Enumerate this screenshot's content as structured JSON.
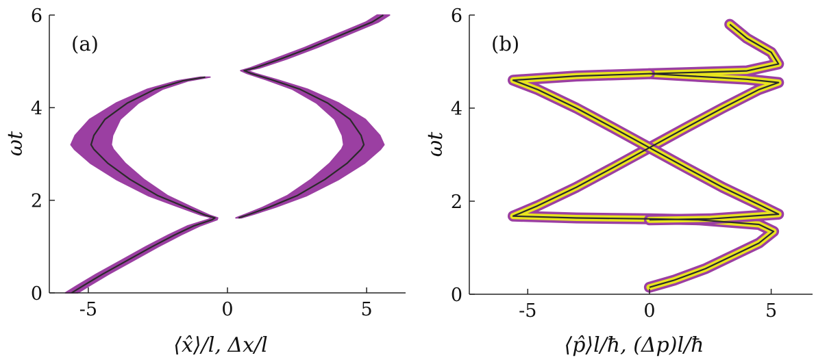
{
  "chart_data": [
    {
      "type": "line",
      "panel_label": "(a)",
      "xlabel": "⟨x̂⟩/l, Δx/l",
      "ylabel": "ωt",
      "xlim": [
        -6.4,
        6.4
      ],
      "ylim": [
        0,
        6
      ],
      "xticks": [
        "-5",
        "0",
        "5"
      ],
      "yticks": [
        "0",
        "2",
        "4",
        "6"
      ],
      "grid": false,
      "band_color": "#9b3fa2",
      "line_color": "#2a2a2a",
      "series": [
        {
          "points": [
            [
              -5.6,
              0.0
            ],
            [
              -5.2,
              0.15
            ],
            [
              -4.5,
              0.4
            ],
            [
              -3.6,
              0.7
            ],
            [
              -2.7,
              1.0
            ],
            [
              -1.9,
              1.25
            ],
            [
              -1.2,
              1.45
            ],
            [
              -0.55,
              1.58
            ],
            [
              -0.45,
              1.62
            ],
            [
              -0.8,
              1.68
            ],
            [
              -1.5,
              1.85
            ],
            [
              -2.5,
              2.1
            ],
            [
              -3.5,
              2.45
            ],
            [
              -4.3,
              2.8
            ],
            [
              -4.8,
              3.1
            ],
            [
              -4.9,
              3.2
            ],
            [
              -4.8,
              3.4
            ],
            [
              -4.4,
              3.75
            ],
            [
              -3.6,
              4.1
            ],
            [
              -2.6,
              4.4
            ],
            [
              -1.6,
              4.58
            ],
            [
              -0.8,
              4.66
            ]
          ],
          "band_widths": [
            0.45,
            0.45,
            0.45,
            0.45,
            0.45,
            0.45,
            0.45,
            0.35,
            0.2,
            0.3,
            0.45,
            0.7,
            1.0,
            1.25,
            1.4,
            1.45,
            1.35,
            1.1,
            0.8,
            0.55,
            0.4,
            0.35
          ]
        },
        {
          "points": [
            [
              0.4,
              1.62
            ],
            [
              0.8,
              1.7
            ],
            [
              1.5,
              1.85
            ],
            [
              2.5,
              2.1
            ],
            [
              3.5,
              2.45
            ],
            [
              4.3,
              2.8
            ],
            [
              4.8,
              3.1
            ],
            [
              4.9,
              3.2
            ],
            [
              4.8,
              3.4
            ],
            [
              4.4,
              3.75
            ],
            [
              3.6,
              4.1
            ],
            [
              2.6,
              4.4
            ],
            [
              1.6,
              4.6
            ],
            [
              0.85,
              4.74
            ],
            [
              0.6,
              4.8
            ],
            [
              1.0,
              4.86
            ],
            [
              1.9,
              5.05
            ],
            [
              3.0,
              5.3
            ],
            [
              4.2,
              5.6
            ],
            [
              5.2,
              5.85
            ],
            [
              5.6,
              6.0
            ]
          ],
          "band_widths": [
            0.2,
            0.3,
            0.45,
            0.7,
            1.0,
            1.25,
            1.4,
            1.45,
            1.35,
            1.1,
            0.8,
            0.55,
            0.4,
            0.3,
            0.25,
            0.35,
            0.45,
            0.45,
            0.45,
            0.45,
            0.45
          ]
        }
      ]
    },
    {
      "type": "line",
      "panel_label": "(b)",
      "xlabel": "⟨p̂⟩l/ħ, (Δp)l/ħ",
      "ylabel": "ωt",
      "xlim": [
        -7.4,
        6.7
      ],
      "ylim": [
        0,
        6
      ],
      "xticks": [
        "-5",
        "0",
        "5"
      ],
      "yticks": [
        "0",
        "2",
        "4",
        "6"
      ],
      "grid": false,
      "band_outer_color": "#9b3fa2",
      "band_inner_color": "#e8e41f",
      "line_color": "#2a2a2a",
      "series": [
        {
          "points": [
            [
              0.0,
              0.15
            ],
            [
              1.0,
              0.3
            ],
            [
              2.3,
              0.55
            ],
            [
              3.5,
              0.85
            ],
            [
              4.5,
              1.1
            ],
            [
              5.1,
              1.35
            ],
            [
              4.5,
              1.5
            ],
            [
              2.0,
              1.6
            ],
            [
              0.0,
              1.62
            ],
            [
              -3.0,
              1.64
            ],
            [
              -5.6,
              1.68
            ],
            [
              -4.6,
              1.9
            ],
            [
              -3.0,
              2.3
            ],
            [
              -1.5,
              2.72
            ],
            [
              0.0,
              3.15
            ],
            [
              1.5,
              3.58
            ],
            [
              3.0,
              4.0
            ],
            [
              4.5,
              4.4
            ],
            [
              5.3,
              4.55
            ],
            [
              4.0,
              4.62
            ],
            [
              0.0,
              4.74
            ],
            [
              4.0,
              4.8
            ],
            [
              5.3,
              4.95
            ],
            [
              5.0,
              5.2
            ],
            [
              4.0,
              5.5
            ],
            [
              3.3,
              5.8
            ]
          ]
        },
        {
          "points": [
            [
              0.0,
              1.6
            ],
            [
              2.5,
              1.62
            ],
            [
              5.3,
              1.72
            ],
            [
              4.6,
              1.9
            ],
            [
              3.0,
              2.3
            ],
            [
              1.5,
              2.72
            ],
            [
              0.0,
              3.15
            ],
            [
              -1.5,
              3.58
            ],
            [
              -3.0,
              4.0
            ],
            [
              -4.6,
              4.4
            ],
            [
              -5.6,
              4.6
            ],
            [
              -3.0,
              4.69
            ],
            [
              0.0,
              4.74
            ]
          ]
        }
      ]
    }
  ]
}
